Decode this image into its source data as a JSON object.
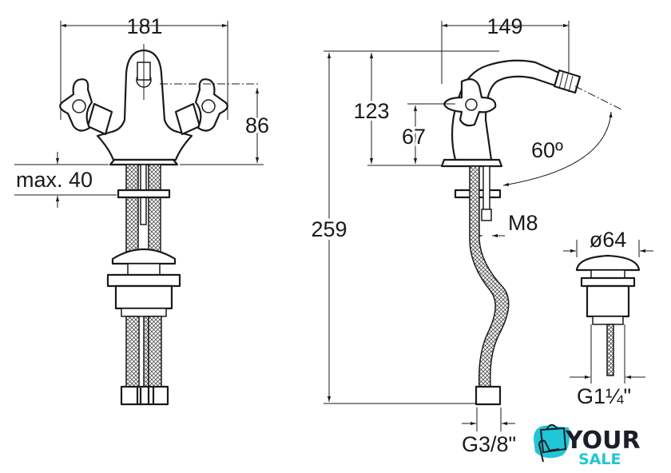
{
  "dimensions": {
    "front_width": "181",
    "front_height": "86",
    "max_thickness": "max. 40",
    "side_width": "149",
    "side_height": "123",
    "handle_height": "67",
    "spout_angle": "60º",
    "total_height": "259",
    "thread_rod": "M8",
    "waste_diameter": "ø64",
    "waste_thread": "G1¼\"",
    "hose_thread": "G3/8\""
  },
  "logo": {
    "line1": "YOUR",
    "line2": "SALE"
  },
  "colors": {
    "line": "#1a1a1a",
    "logo_dark": "#1b1d2a",
    "logo_accent": "#1fc6d6"
  }
}
